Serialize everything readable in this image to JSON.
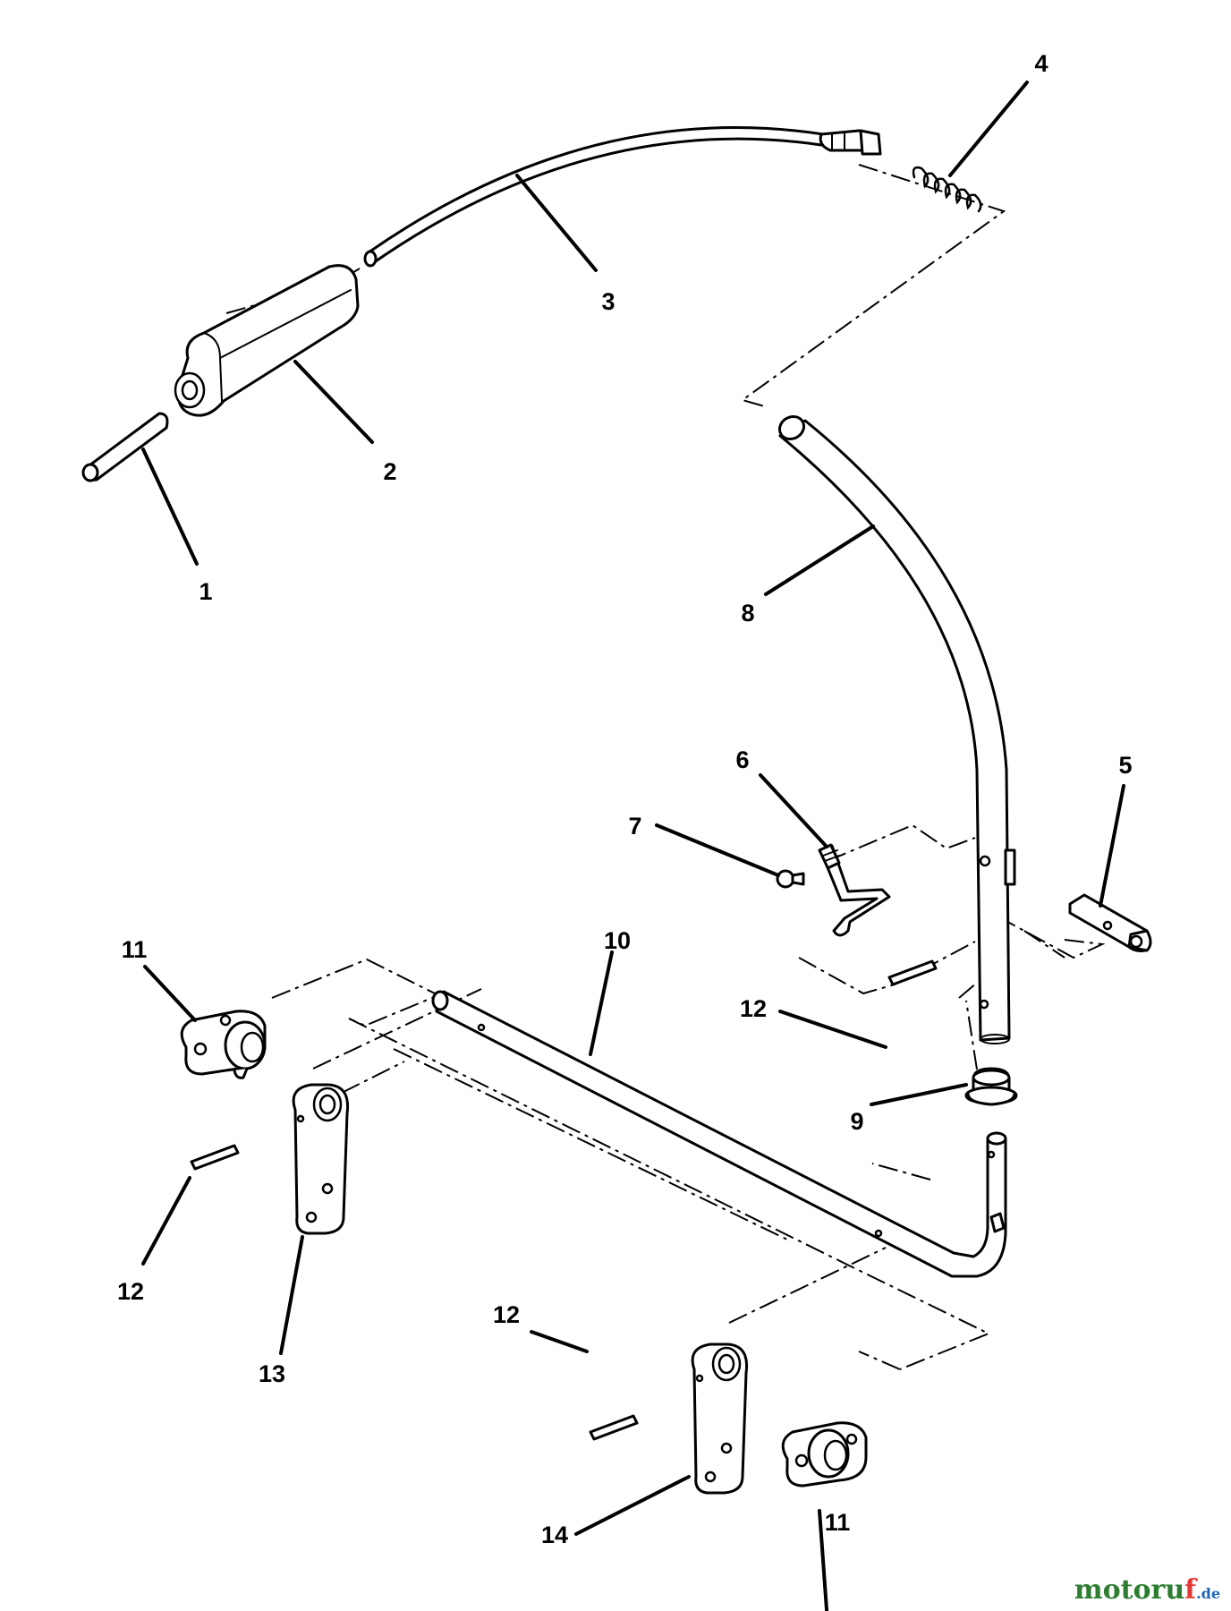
{
  "callouts": {
    "c1": "1",
    "c2": "2",
    "c3": "3",
    "c4": "4",
    "c5": "5",
    "c6": "6",
    "c7": "7",
    "c8": "8",
    "c9": "9",
    "c10": "10",
    "c11a": "11",
    "c11b": "11",
    "c12a": "12",
    "c12b": "12",
    "c12c": "12",
    "c13": "13",
    "c14": "14"
  },
  "watermark": {
    "main": "motoru",
    "accent": "f",
    "suffix": ".de"
  },
  "colors": {
    "line": "#000000",
    "background": "#ffffff",
    "watermark_green": "#2e7d32",
    "watermark_red": "#e53935",
    "watermark_blue": "#1e63b6"
  }
}
